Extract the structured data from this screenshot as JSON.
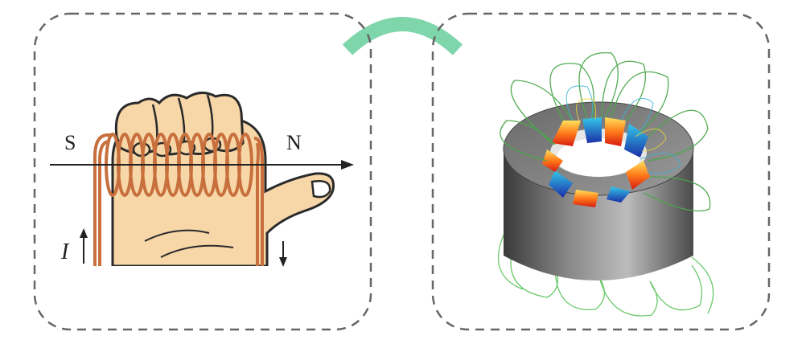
{
  "left_panel": {
    "south_label": "S",
    "north_label": "N",
    "current_label": "I"
  },
  "colors": {
    "panel_border": "#666666",
    "connector": "#7fd6ab",
    "skin": "#f7d6a8",
    "skin_outline": "#2a2a2a",
    "coil": "#c8703d",
    "field_line": "#4aa84a",
    "magnet_body": "#555555"
  },
  "icons": {
    "left": "right-hand-grip-rule-icon",
    "right": "magnet-field-simulation-icon",
    "connector": "arc-connector-icon"
  }
}
